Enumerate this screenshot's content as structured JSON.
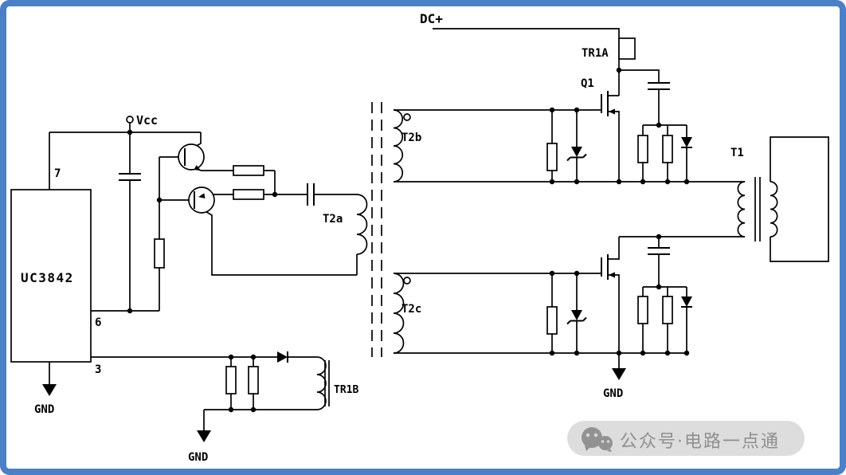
{
  "colors": {
    "frame_border": "#4b80c6",
    "background": "#ffffff",
    "wire": "#000000",
    "watermark_bg": "#dadada",
    "watermark_fg": "#8f8f8f"
  },
  "labels": {
    "dc_input": "DC+",
    "tr1a": "TR1A",
    "q1": "Q1",
    "t2b": "T2b",
    "t2c": "T2c",
    "t2a": "T2a",
    "t1": "T1",
    "tr1b": "TR1B",
    "vcc": "Vcc",
    "ic": "UC3842",
    "pin7": "7",
    "pin6": "6",
    "pin3": "3",
    "gnd_ic": "GND",
    "gnd_driver": "GND",
    "gnd_power": "GND"
  },
  "watermark": {
    "icon": "wechat-icon",
    "text": "公众号·电路一点通"
  }
}
